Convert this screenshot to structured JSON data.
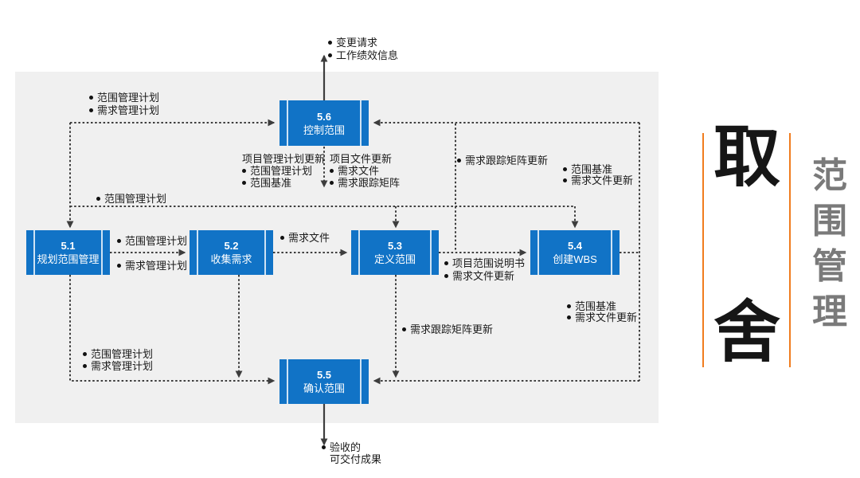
{
  "diagram": {
    "boxes": [
      {
        "num": "5.1",
        "label": "规划范围管理"
      },
      {
        "num": "5.2",
        "label": "收集需求"
      },
      {
        "num": "5.3",
        "label": "定义范围"
      },
      {
        "num": "5.4",
        "label": "创建WBS"
      },
      {
        "num": "5.5",
        "label": "确认范围"
      },
      {
        "num": "5.6",
        "label": "控制范围"
      }
    ],
    "annotations": {
      "top_output": {
        "items": [
          "变更请求",
          "工作绩效信息"
        ]
      },
      "ctrl_inputs": {
        "items": [
          "范围管理计划",
          "需求管理计划"
        ]
      },
      "pm_plan_updates": {
        "heading": "项目管理计划更新",
        "items": [
          "范围管理计划",
          "范围基准"
        ]
      },
      "doc_updates": {
        "heading": "项目文件更新",
        "items": [
          "需求文件",
          "需求跟踪矩阵"
        ]
      },
      "scope_plan_mid": {
        "items": [
          "范围管理计划"
        ]
      },
      "rtm_top": {
        "items": [
          "需求跟踪矩阵更新"
        ]
      },
      "baseline_top": {
        "items": [
          "范围基准",
          "需求文件更新"
        ]
      },
      "plan_to_collect_a": {
        "items": [
          "范围管理计划"
        ]
      },
      "plan_to_collect_b": {
        "items": [
          "需求管理计划"
        ]
      },
      "req_docs": {
        "items": [
          "需求文件"
        ]
      },
      "scope_statement": {
        "items": [
          "项目范围说明书",
          "需求文件更新"
        ]
      },
      "baseline_bottom": {
        "items": [
          "范围基准",
          "需求文件更新"
        ]
      },
      "rtm_bottom": {
        "items": [
          "需求跟踪矩阵更新"
        ]
      },
      "validate_inputs": {
        "items": [
          "范围管理计划",
          "需求管理计划"
        ]
      },
      "bottom_output": {
        "line1": "验收的",
        "line2": "可交付成果"
      }
    },
    "side": {
      "keyword_top": "取",
      "keyword_bottom": "舍",
      "vertical_title": [
        "范",
        "围",
        "管",
        "理"
      ]
    },
    "colors": {
      "box_blue": "#1173c6",
      "accent_orange": "#f07c1e",
      "panel_gray": "#f0f0f0",
      "line_dark": "#3d3d3d",
      "side_text_gray": "#7a7a7a"
    }
  }
}
